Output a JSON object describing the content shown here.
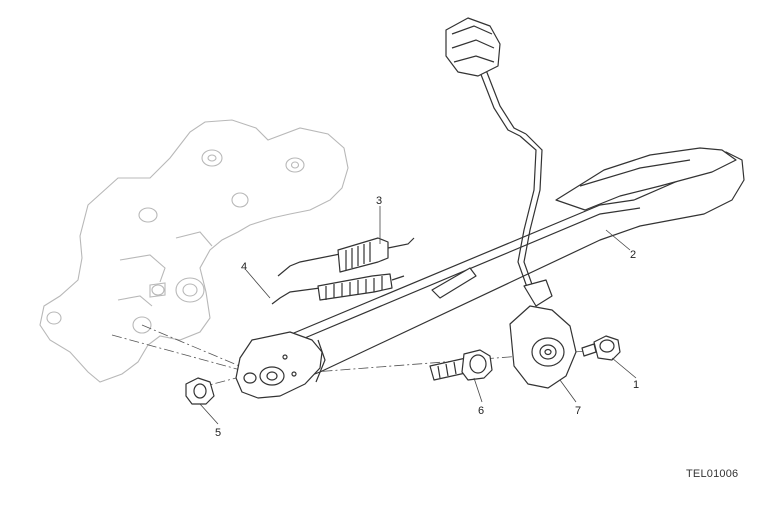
{
  "callouts": {
    "c1": "1",
    "c2": "2",
    "c3": "3",
    "c4": "4",
    "c5": "5",
    "c6": "6",
    "c7": "7"
  },
  "reference_code": "TEL01006",
  "colors": {
    "part_outline": "#333333",
    "ghost_outline": "#b8b8b8",
    "background": "#ffffff"
  }
}
